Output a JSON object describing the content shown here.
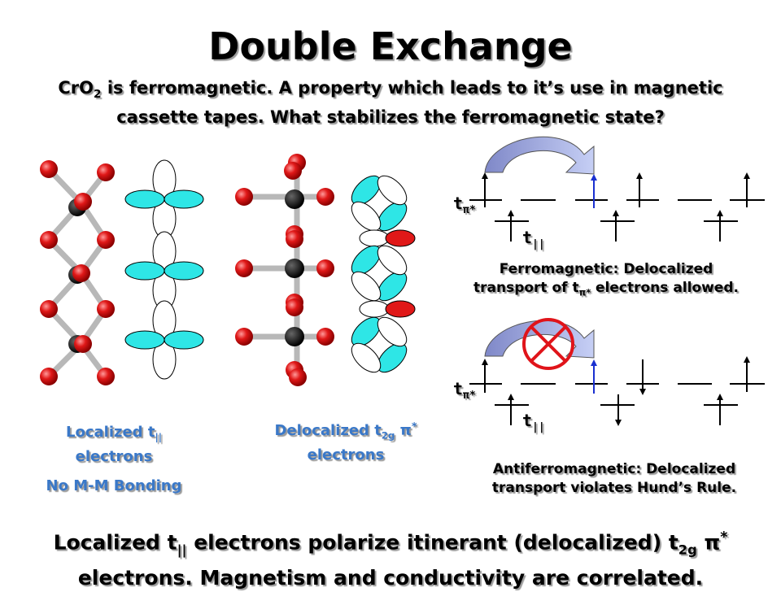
{
  "title": "Double Exchange",
  "subtitle": {
    "pre": "CrO",
    "sub": "2",
    "post": " is ferromagnetic.  A property which leads to it’s use in magnetic cassette tapes.  What stabilizes the ferromagnetic state?"
  },
  "localized": {
    "pre": "Localized t",
    "sub": "||",
    "post": "electrons",
    "note": "No M-M Bonding"
  },
  "delocalized": {
    "pre": "Delocalized t",
    "sub": "2g",
    "sym": "π",
    "sup": "*",
    "post": "electrons"
  },
  "tpi_label": {
    "pre": "t",
    "sub": "π*"
  },
  "tpar_label": {
    "pre": "t",
    "sub": "||"
  },
  "ferro": {
    "line1": "Ferromagnetic: Delocalized",
    "line2_pre": "transport of t",
    "line2_sub": "π*",
    "line2_post": " electrons allowed."
  },
  "antiferro": {
    "line1": "Antiferromagnetic: Delocalized",
    "line2": "transport violates Hund’s Rule."
  },
  "footer": {
    "l1_pre": "Localized t",
    "l1_sub": "||",
    "l1_mid": " electrons polarize itinerant (delocalized) t",
    "l1_sub2": "2g",
    "l1_sym": " π",
    "l1_sup": "*",
    "l2": "electrons. Magnetism and conductivity are correlated."
  },
  "colors": {
    "oxygen": "#e01818",
    "metal": "#111111",
    "lobe": "#2ee6e6",
    "arrow": "#9aa6d6",
    "cross": "#e0141a",
    "blue_text": "#3a78c8",
    "up_arrow_highlight": "#1a30d0"
  }
}
